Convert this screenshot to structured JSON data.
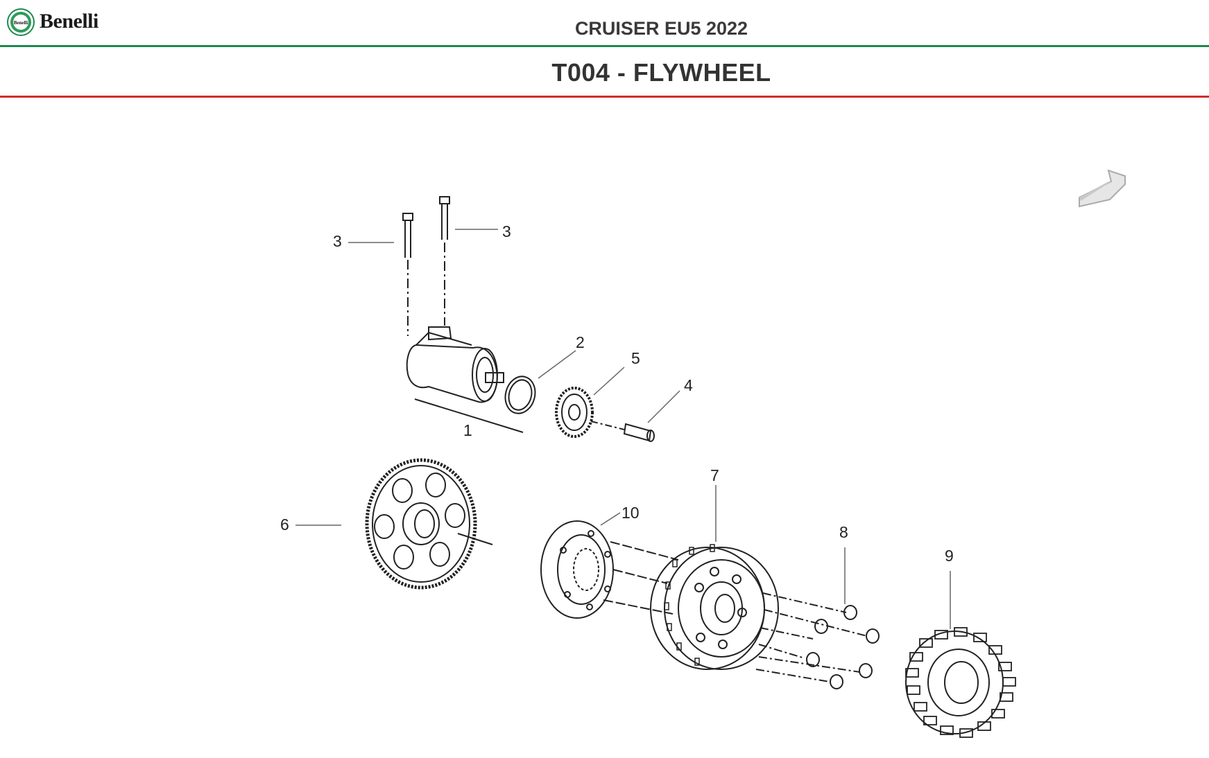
{
  "header": {
    "brand": "Benelli",
    "model": "CRUISER EU5 2022"
  },
  "page": {
    "table_title": "T004 - FLYWHEEL"
  },
  "callouts": {
    "c1": "1",
    "c2": "2",
    "c3a": "3",
    "c3b": "3",
    "c4": "4",
    "c5": "5",
    "c6": "6",
    "c7": "7",
    "c8": "8",
    "c9": "9",
    "c10": "10"
  },
  "colors": {
    "green_rule": "#1e8a4e",
    "red_rule": "#d12a2a",
    "logo_green": "#1e8a4e"
  },
  "icons": {
    "logo": "benelli-lion-emblem-icon",
    "direction": "front-direction-arrow-icon"
  }
}
